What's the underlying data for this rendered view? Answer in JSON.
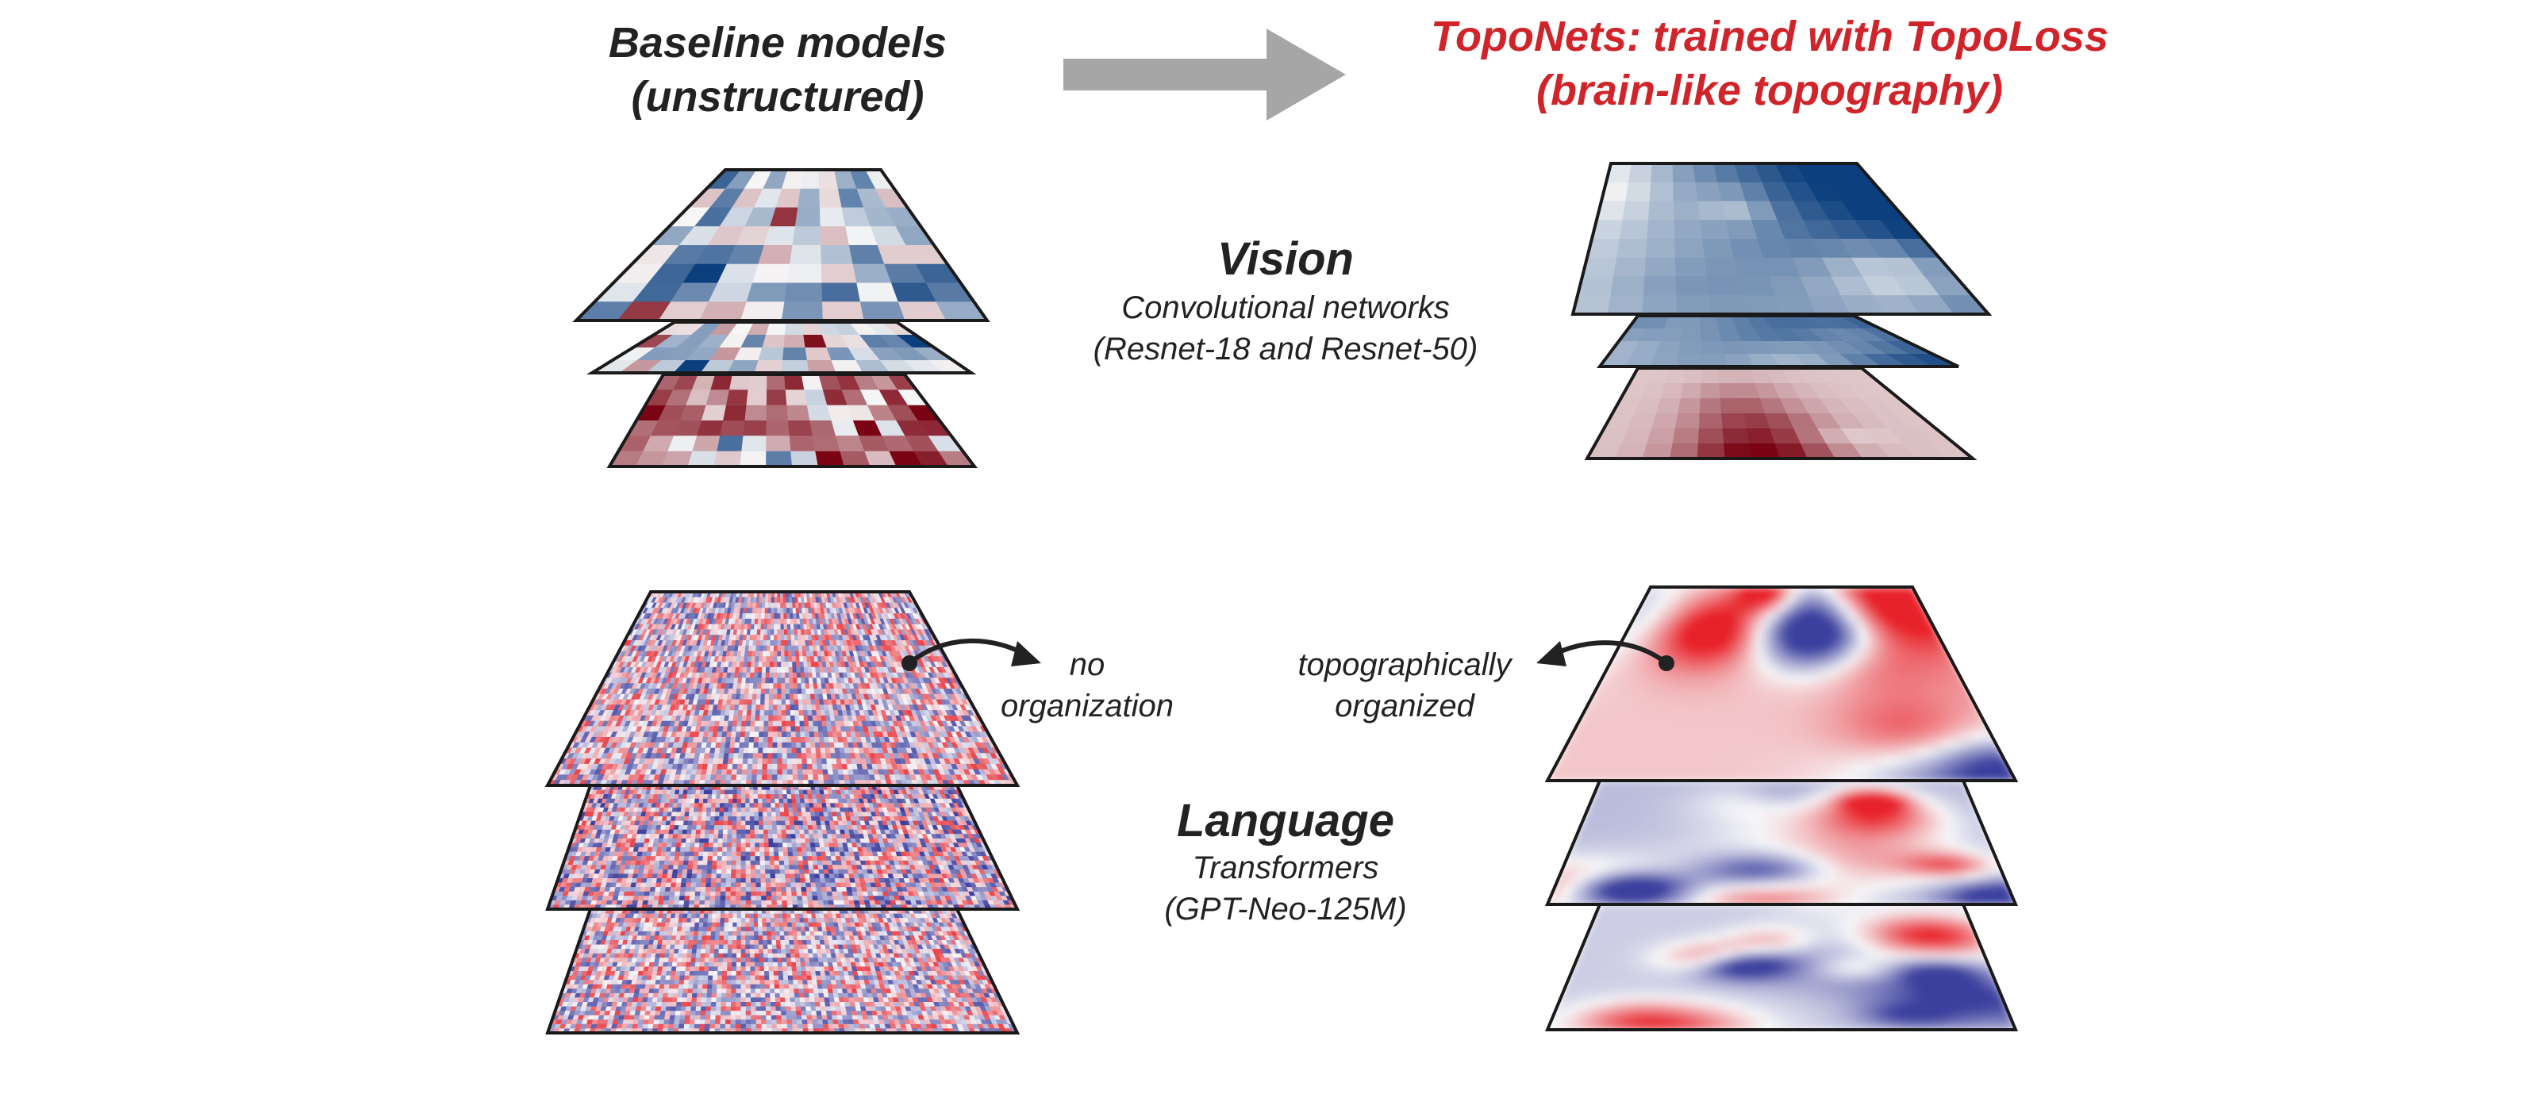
{
  "colors": {
    "text": "#222222",
    "accent_red": "#d0242b",
    "arrow_gray": "#a6a6a6",
    "diverging_low": "#0c3f7e",
    "diverging_mid": "#f7f7f7",
    "diverging_high": "#7a0413",
    "bwr_low": "#3b3f9e",
    "bwr_high": "#e8242b"
  },
  "header": {
    "baseline_line1": "Baseline models",
    "baseline_line2": "(unstructured)",
    "toponets_line1": "TopoNets: trained with TopoLoss",
    "toponets_line2": "(brain-like topography)",
    "arrow_icon": "right-arrow-icon"
  },
  "vision": {
    "title": "Vision",
    "subtitle_line1": "Convolutional networks",
    "subtitle_line2": "(Resnet-18 and Resnet-50)"
  },
  "language": {
    "title": "Language",
    "subtitle_line1": "Transformers",
    "subtitle_line2": "(GPT-Neo-125M)"
  },
  "annotations": {
    "baseline_line1": "no",
    "baseline_line2": "organization",
    "topo_line1": "topographically",
    "topo_line2": "organized"
  }
}
